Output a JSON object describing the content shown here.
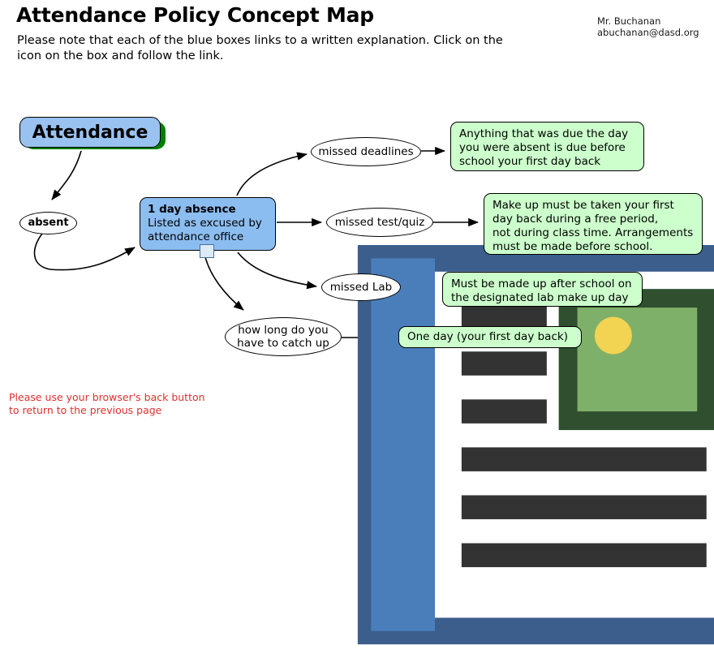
{
  "page": {
    "title": "Attendance Policy Concept Map",
    "intro": "Please note that each of the blue boxes links to a written explanation. Click on the icon on the box and follow the link.",
    "footer_note": "Please use your browser's back button\nto return to the previous page",
    "footer_color": "#e03030"
  },
  "contact": {
    "name": "Mr. Buchanan",
    "email": "abuchanan@dasd.org"
  },
  "colors": {
    "root_fill": "#99c2f0",
    "root_shadow": "#008000",
    "concept_fill": "#8cbdf0",
    "note_fill": "#ccffcc",
    "ellipse_fill": "#ffffff",
    "stroke": "#000000"
  },
  "map": {
    "root": {
      "label": "Attendance"
    },
    "absent": {
      "label": "absent"
    },
    "concept": {
      "title": "1 day absence",
      "description": "Listed as excused by\nattendance office",
      "icon": "document-link-icon"
    },
    "branches": [
      {
        "topic": "missed deadlines",
        "note": "Anything that was due the day\nyou were absent is due before\nschool your first day back"
      },
      {
        "topic": "missed test/quiz",
        "note": "Make up must be taken your first\nday back during a free period,\nnot during class time. Arrangements\nmust be made before school."
      },
      {
        "topic": "missed Lab",
        "note": "Must be made up after school on\nthe designated lab make up day"
      },
      {
        "topic": "how long do you\nhave to catch up",
        "note": "One day (your first day back)"
      }
    ]
  }
}
